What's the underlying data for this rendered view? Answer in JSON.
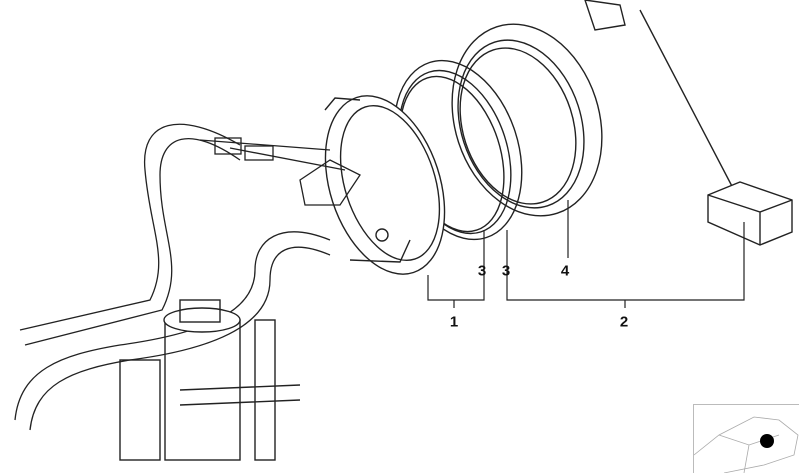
{
  "callouts": [
    {
      "id": "label-3a",
      "text": "3"
    },
    {
      "id": "label-3b",
      "text": "3"
    },
    {
      "id": "label-4",
      "text": "4"
    },
    {
      "id": "label-1",
      "text": "1"
    },
    {
      "id": "label-2",
      "text": "2"
    }
  ],
  "colors": {
    "line": "#222222",
    "thumbnail_marker": "#000000"
  }
}
